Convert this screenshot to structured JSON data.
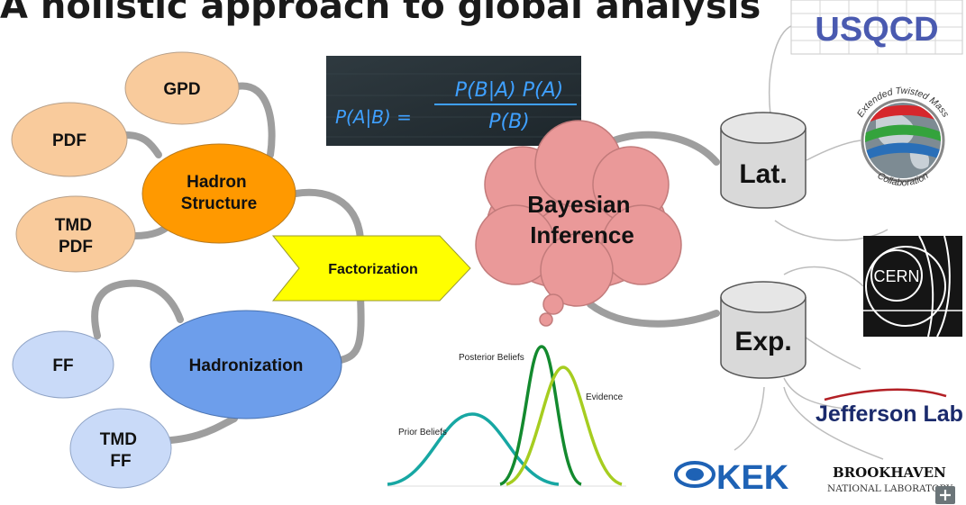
{
  "title": "A holistic approach to global analysis",
  "hadron_structure": {
    "center": "Hadron Structure",
    "satellites": {
      "gpd": "GPD",
      "pdf": "PDF",
      "tmd_pdf": "TMD PDF"
    }
  },
  "hadronization": {
    "center": "Hadronization",
    "satellites": {
      "ff": "FF",
      "tmd_ff": "TMD FF"
    }
  },
  "factorization": "Factorization",
  "bayesian": "Bayesian Inference",
  "equation": {
    "lhs": "P(A|B) =",
    "numerator": "P(B|A) P(A)",
    "denominator": "P(B)"
  },
  "curves": {
    "prior": "Prior Beliefs",
    "posterior": "Posterior Beliefs",
    "evidence": "Evidence"
  },
  "databases": {
    "lattice": "Lat.",
    "experiment": "Exp."
  },
  "logos": {
    "usqcd": "USQCD",
    "etmc_top": "Extended Twisted Mass",
    "etmc_bottom": "Collaboration",
    "cern": "CERN",
    "jlab": "Jefferson Lab",
    "kek": "KEK",
    "bnl_top": "BROOKHAVEN",
    "bnl_bottom": "NATIONAL LABORATORY"
  },
  "colors": {
    "peach": "#f9cb9c",
    "orange": "#ff9900",
    "light_blue": "#c9daf8",
    "blue": "#6d9eeb",
    "yellow_arrow": "#ffff00",
    "cloud": "#ea9999",
    "cylinder": "#d9d9d9",
    "connector": "#9e9e9e"
  }
}
